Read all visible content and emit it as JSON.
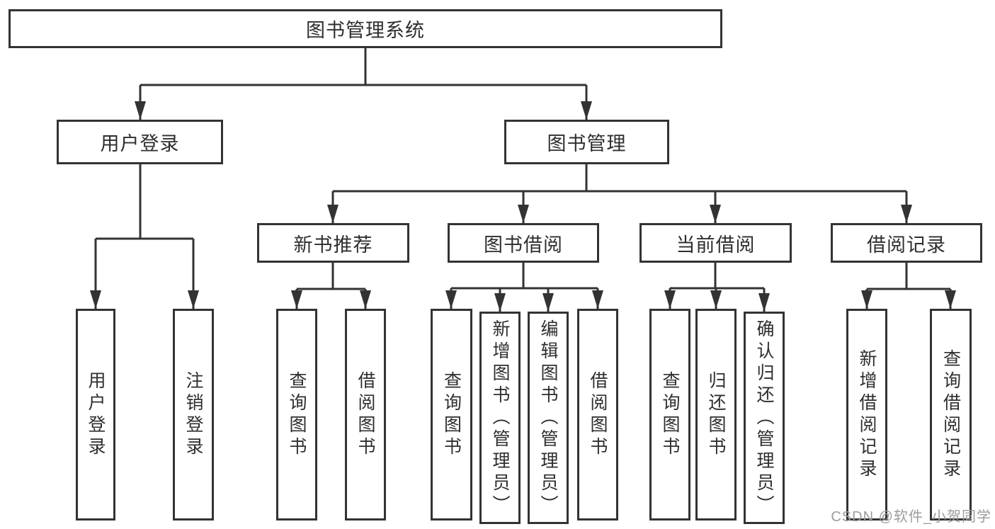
{
  "tree": {
    "root": {
      "label": "图书管理系统"
    },
    "branches": [
      {
        "label": "用户登录",
        "children": [
          {
            "label": "用户登录"
          },
          {
            "label": "注销登录"
          }
        ]
      },
      {
        "label": "图书管理",
        "children": [
          {
            "label": "新书推荐",
            "children": [
              {
                "label": "查询图书"
              },
              {
                "label": "借阅图书"
              }
            ]
          },
          {
            "label": "图书借阅",
            "children": [
              {
                "label": "查询图书"
              },
              {
                "label": "新增图书（管理员）"
              },
              {
                "label": "编辑图书（管理员）"
              },
              {
                "label": "借阅图书"
              }
            ]
          },
          {
            "label": "当前借阅",
            "children": [
              {
                "label": "查询图书"
              },
              {
                "label": "归还图书"
              },
              {
                "label": "确认归还（管理员）"
              }
            ]
          },
          {
            "label": "借阅记录",
            "children": [
              {
                "label": "新增借阅记录"
              },
              {
                "label": "查询借阅记录"
              }
            ]
          }
        ]
      }
    ]
  },
  "watermark": {
    "text": "CSDN @软件_小贺同学"
  },
  "colors": {
    "line": "#333333",
    "box_border": "#333333",
    "text": "#2e2e2e",
    "watermark": "#9c9c9c",
    "background": "#ffffff"
  }
}
